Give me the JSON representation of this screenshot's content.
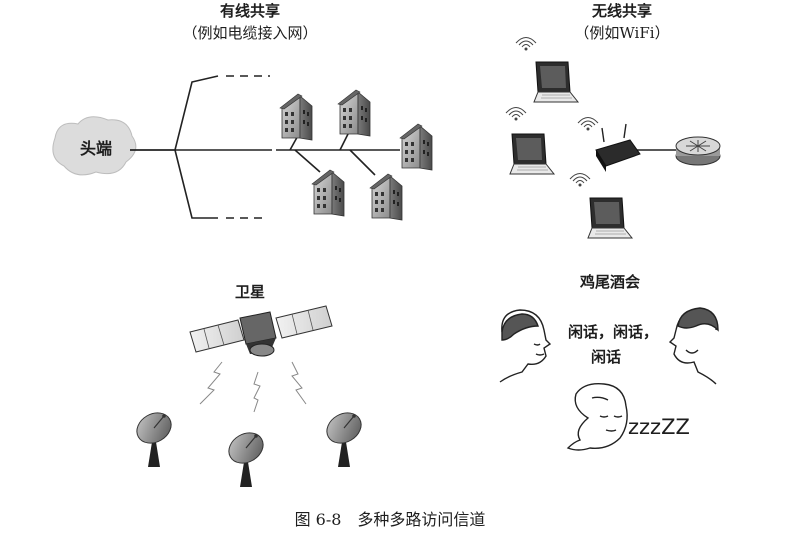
{
  "wired": {
    "title": "有线共享",
    "subtitle": "（例如电缆接入网）",
    "headend_label": "头端"
  },
  "wireless": {
    "title": "无线共享",
    "subtitle": "（例如WiFi）"
  },
  "satellite": {
    "title": "卫星"
  },
  "party": {
    "title": "鸡尾酒会",
    "speech_line1": "闲话，闲话，",
    "speech_line2": "闲话",
    "snore": "zzzZZ"
  },
  "caption": "图 6-8　多种多路访问信道"
}
